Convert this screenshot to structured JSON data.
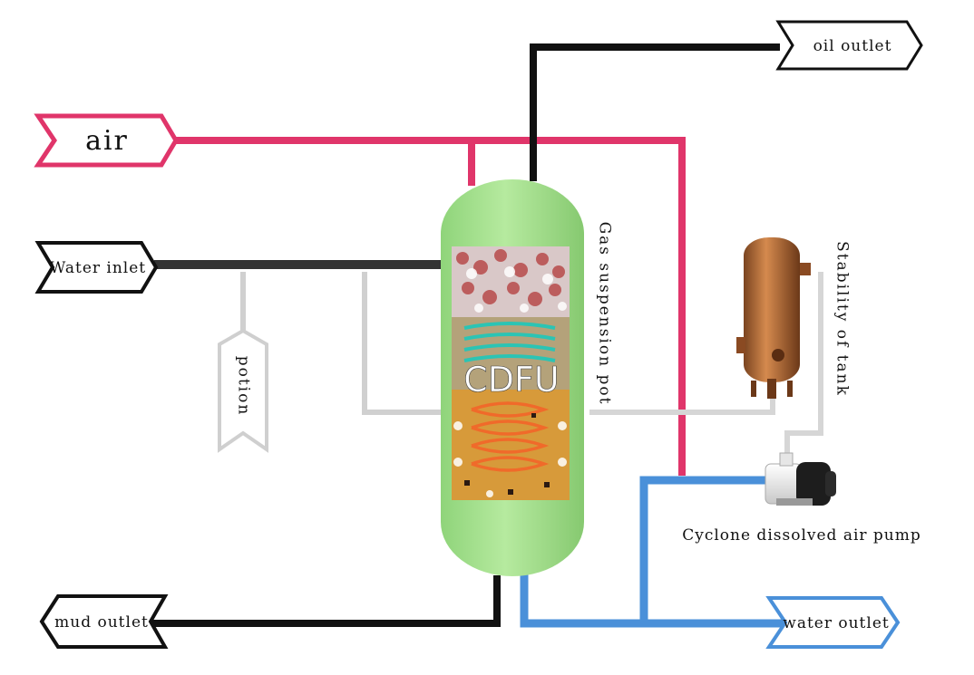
{
  "labels": {
    "air": "air",
    "oil_outlet": "oil outlet",
    "water_inlet": "Water inlet",
    "potion": "potion",
    "mud_outlet": "mud outlet",
    "water_outlet": "water outlet",
    "gas_suspension_pot": "Gas suspension pot",
    "stability_of_tank": "Stability of tank",
    "cyclone_pump": "Cyclone dissolved air pump",
    "cdfu": "CDFU"
  },
  "colors": {
    "air_line": "#e0356a",
    "oil_mud_line": "#111111",
    "water_inlet_line": "#333333",
    "potion_line": "#d0d0d0",
    "water_out_line": "#4a90d9",
    "vessel": "#9fd98a",
    "tank": "#b8703a"
  }
}
